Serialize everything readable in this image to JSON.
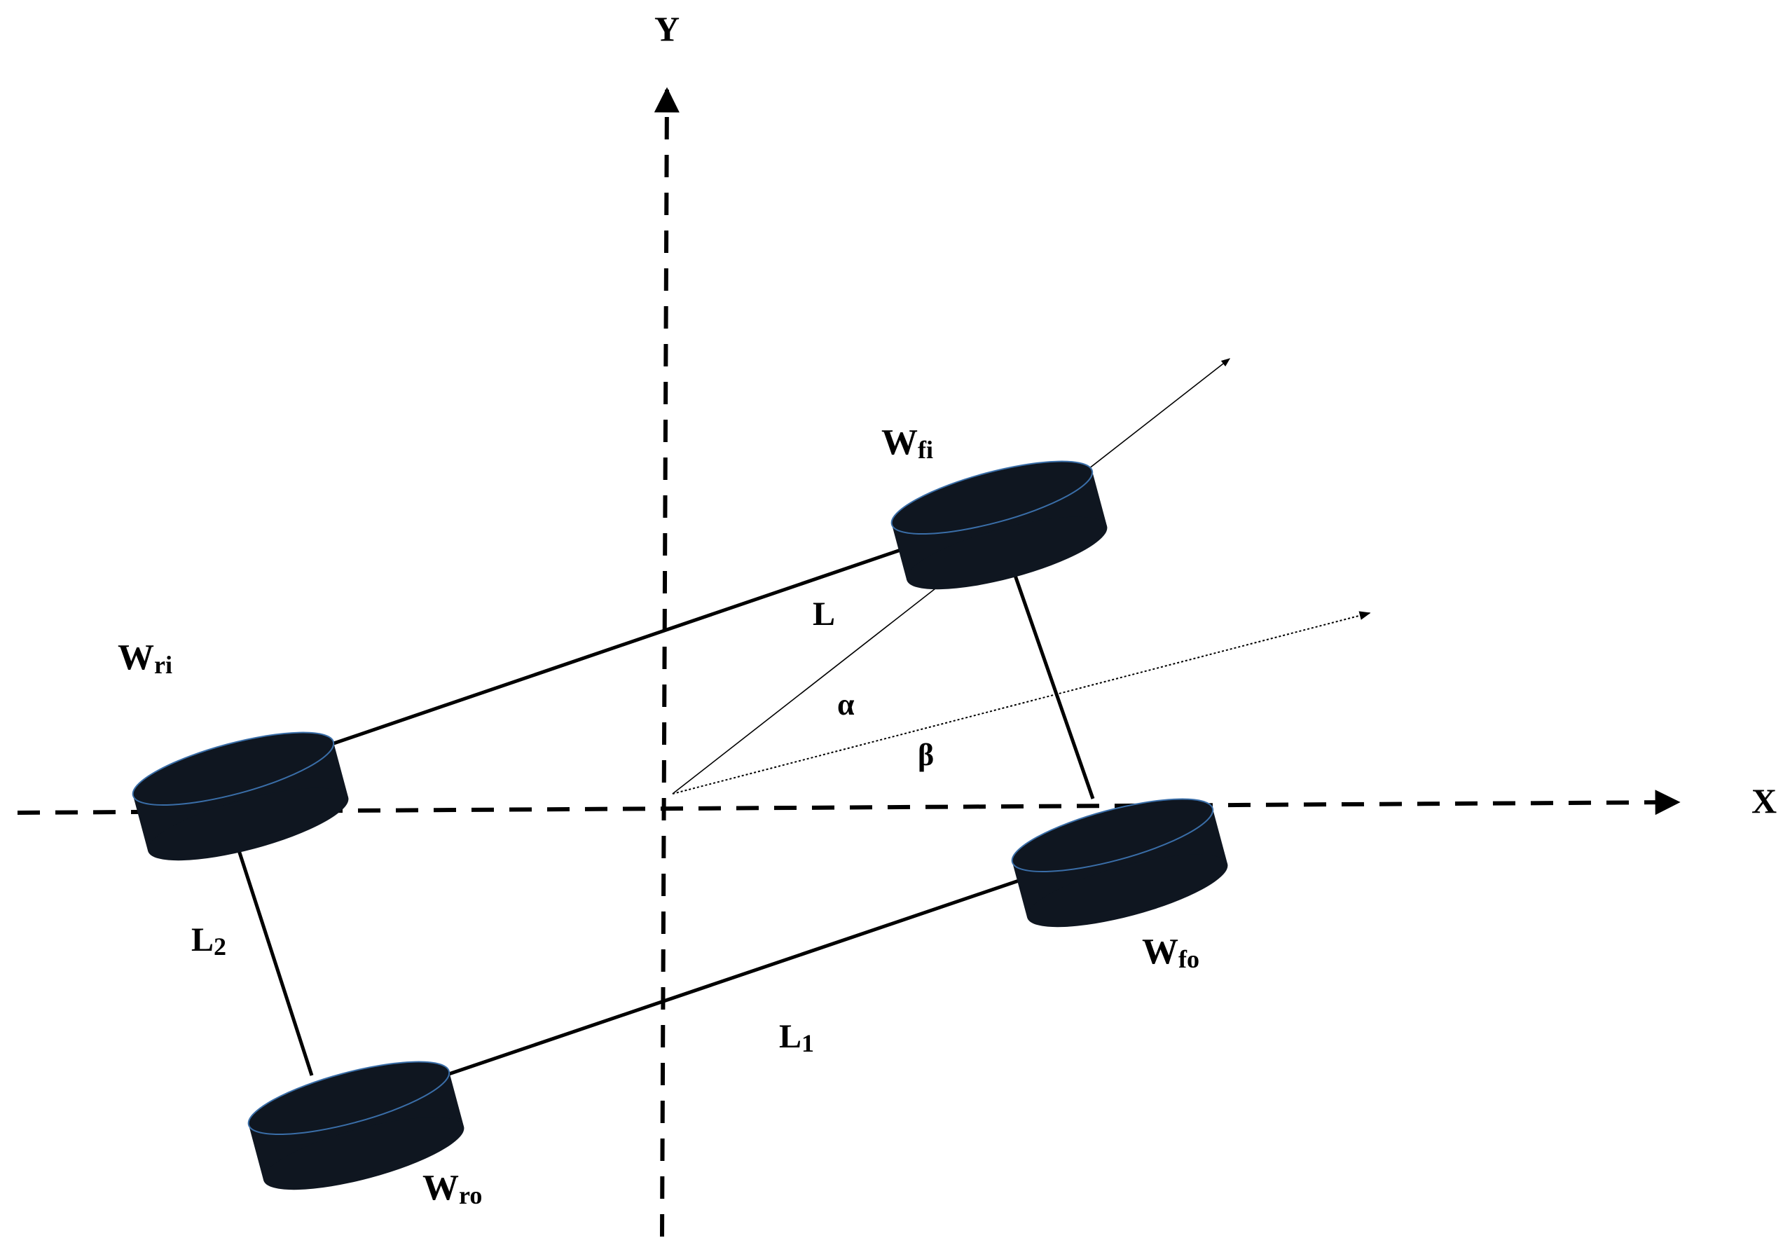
{
  "axes": {
    "x_label": "X",
    "y_label": "Y"
  },
  "wheels": {
    "front_inner": {
      "main": "W",
      "sub": "fi"
    },
    "front_outer": {
      "main": "W",
      "sub": "fo"
    },
    "rear_inner": {
      "main": "W",
      "sub": "ri"
    },
    "rear_outer": {
      "main": "W",
      "sub": "ro"
    }
  },
  "dimensions": {
    "wheelbase": {
      "main": "L",
      "sub": ""
    },
    "rear_half": {
      "main": "L",
      "sub": "1"
    },
    "track": {
      "main": "L",
      "sub": "2"
    }
  },
  "angles": {
    "alpha": "α",
    "beta": "β"
  },
  "colors": {
    "wheel_fill": "#0f1620",
    "wheel_rim": "#3a6ea8",
    "line": "#000000"
  }
}
